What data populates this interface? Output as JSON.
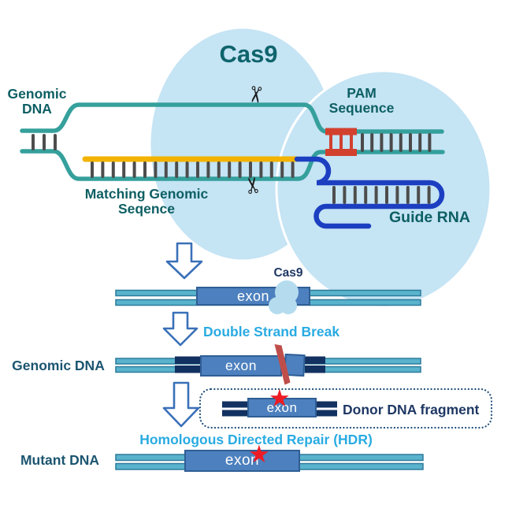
{
  "colors": {
    "cloud": "#c5e4f4",
    "strand_teal": "#35a09c",
    "matching_yellow": "#f3b300",
    "guide_blue": "#1c3fc1",
    "pam_red": "#d2402e",
    "band_fill": "#5ab3cd",
    "band_border": "#2d7b9b",
    "navy_block": "#123160",
    "exon_fill": "#4d80be",
    "exon_border": "#2f5e95",
    "arrow_outline_blue": "#3a70b8",
    "break_red": "#bf4e4a",
    "star_red": "#ed1b24",
    "label_teal": "#0d5f63",
    "label_slate": "#1b5570",
    "label_navy": "#1f3864",
    "process_blue": "#29abe2"
  },
  "top_diagram": {
    "title": "Cas9",
    "genomic_dna_label": "Genomic\nDNA",
    "pam_label": "PAM\nSequence",
    "matching_label": "Matching Genomic\nSeqence",
    "guide_rna_label": "Guide RNA"
  },
  "workflow": {
    "cas9_blob_label": "Cas9",
    "exon_label": "exon",
    "double_strand_break_label": "Double Strand Break",
    "genomic_dna_label": "Genomic DNA",
    "donor_label": "Donor DNA fragment",
    "hdr_label": "Homologous Directed Repair (HDR)",
    "mutant_dna_label": "Mutant DNA"
  },
  "icons": {
    "scissors": "✂",
    "star": "★"
  }
}
